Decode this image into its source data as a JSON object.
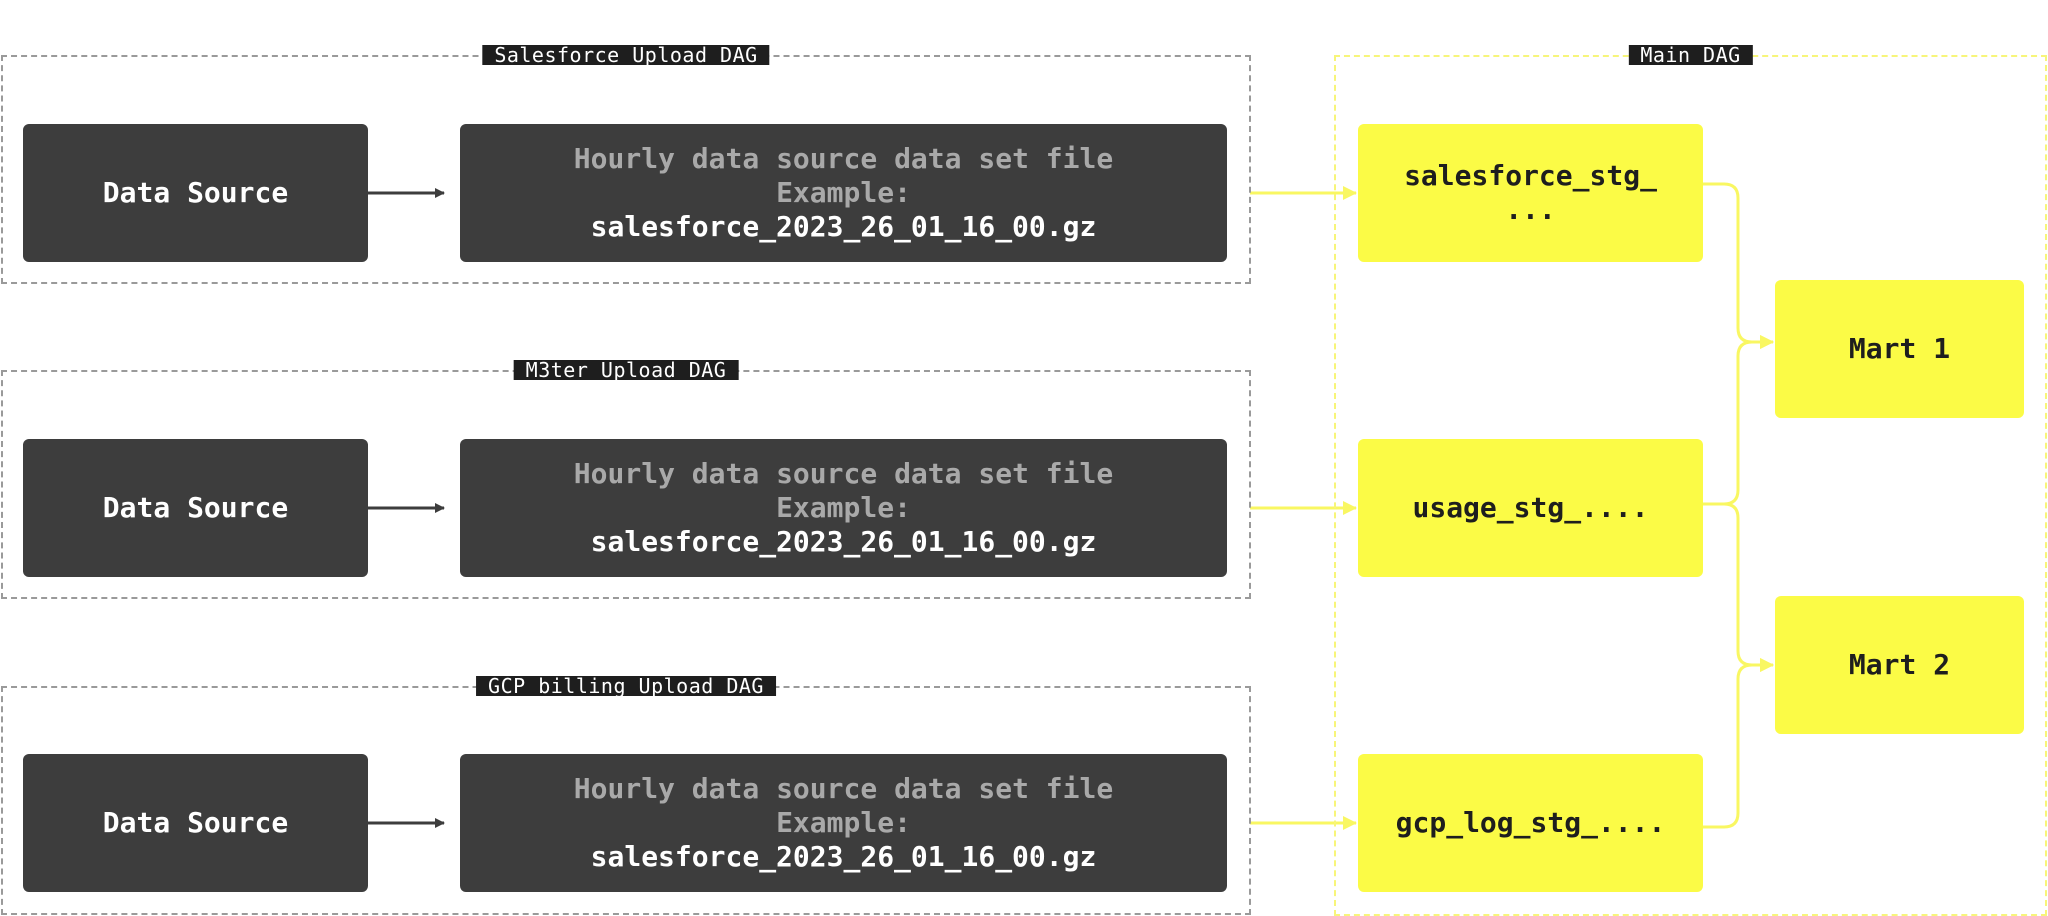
{
  "groups": {
    "salesforce": {
      "title": "Salesforce Upload DAG"
    },
    "m3ter": {
      "title": "M3ter Upload DAG"
    },
    "gcp": {
      "title": "GCP billing Upload DAG"
    },
    "main": {
      "title": "Main DAG"
    }
  },
  "sources": [
    {
      "label": "Data Source"
    },
    {
      "label": "Data Source"
    },
    {
      "label": "Data Source"
    }
  ],
  "files": [
    {
      "line1": "Hourly data source data set file",
      "line2": "Example:",
      "filename": "salesforce_2023_26_01_16_00.gz"
    },
    {
      "line1": "Hourly data source data set file",
      "line2": "Example:",
      "filename": "salesforce_2023_26_01_16_00.gz"
    },
    {
      "line1": "Hourly data source data set file",
      "line2": "Example:",
      "filename": "salesforce_2023_26_01_16_00.gz"
    }
  ],
  "staging": [
    {
      "line1": "salesforce_stg_",
      "line2": "..."
    },
    {
      "line1": "usage_stg_...."
    },
    {
      "line1": "gcp_log_stg_...."
    }
  ],
  "marts": [
    {
      "label": "Mart 1"
    },
    {
      "label": "Mart 2"
    }
  ],
  "colors": {
    "dark_node": "#3d3d3d",
    "yellow_node": "#fbfb46",
    "yellow_edge": "#f9f762",
    "dark_edge": "#3d3d3d",
    "group_border": "#9a9a9a"
  }
}
